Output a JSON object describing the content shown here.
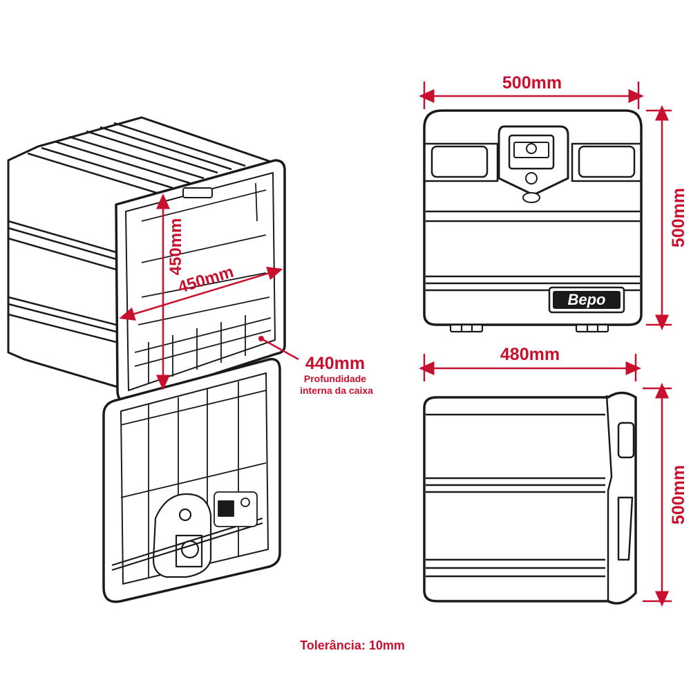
{
  "dimensions": {
    "front_width": "500mm",
    "front_height": "500mm",
    "side_width": "480mm",
    "side_height": "500mm",
    "interior_height": "450mm",
    "interior_width": "450mm",
    "interior_depth": "440mm",
    "depth_caption_line1": "Profundidade",
    "depth_caption_line2": "interna da caixa"
  },
  "brand": {
    "logo_text": "Bepo"
  },
  "footer": {
    "tolerance": "Tolerância: 10mm"
  },
  "colors": {
    "dimension": "#c8102e",
    "outline": "#1a1a1a",
    "fill": "#ffffff",
    "logo_fill": "#ffffff"
  }
}
